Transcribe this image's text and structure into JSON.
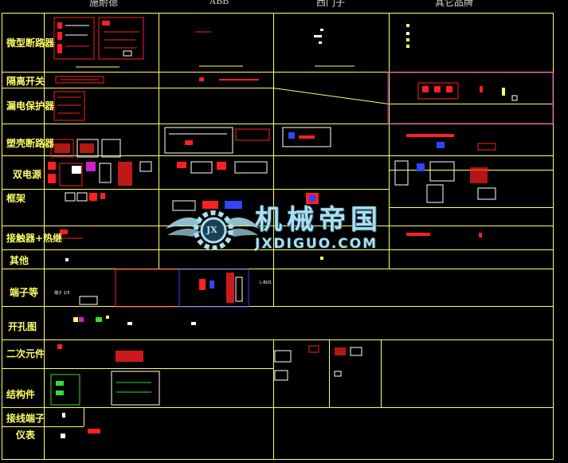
{
  "columns": [
    "施耐德",
    "ABB",
    "西门子",
    "其它品牌"
  ],
  "rows": [
    {
      "label": "微型断路器"
    },
    {
      "label": "隔离开关"
    },
    {
      "label": "漏电保护器"
    },
    {
      "label": "塑壳断路器"
    },
    {
      "label": "双电源"
    },
    {
      "label": "框架"
    },
    {
      "label": "接触器+热继"
    },
    {
      "label": "其他"
    },
    {
      "label": "端子等"
    },
    {
      "label": "开孔图"
    },
    {
      "label": "二次元件"
    },
    {
      "label": "结构件"
    },
    {
      "label": "接线端子"
    },
    {
      "label": "仪表"
    }
  ],
  "watermark": {
    "cn": "机械帝国",
    "en": "JXDIGUO.COM",
    "badge": "JX"
  },
  "inline_labels": {
    "duanzi": "端子 1/5",
    "lbus": "L-BUS"
  },
  "colors": {
    "grid": "#ffff66",
    "red": "#ff2020",
    "white": "#ffffff",
    "blue": "#3344ff",
    "magenta": "#cc22cc",
    "cyan": "#33ccff",
    "green": "#33dd33"
  }
}
